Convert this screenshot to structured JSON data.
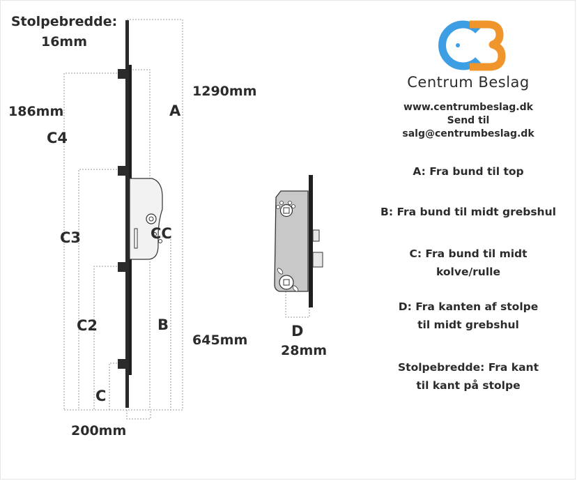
{
  "labels": {
    "stolpe_title": "Stolpebredde:",
    "stolpe_value": "16mm",
    "dim_186": "186mm",
    "dim_1290": "1290mm",
    "dim_645": "645mm",
    "dim_200": "200mm",
    "dim_28": "28mm",
    "A": "A",
    "B": "B",
    "C": "C",
    "C2": "C2",
    "C3": "C3",
    "C4": "C4",
    "CC": "CC",
    "D": "D"
  },
  "brand": {
    "name": "Centrum Beslag",
    "website": "www.centrumbeslag.dk",
    "send_til": "Send til",
    "email": "salg@centrumbeslag.dk",
    "colors": {
      "blue": "#3d9ee3",
      "orange": "#f0952c"
    }
  },
  "legend": [
    "A: Fra bund til top",
    "B: Fra bund til midt grebshul",
    "C: Fra bund til midt kolve/rulle",
    "D: Fra kanten af stolpe til midt grebshul",
    "Stolpebredde: Fra kant til kant på stolpe"
  ]
}
